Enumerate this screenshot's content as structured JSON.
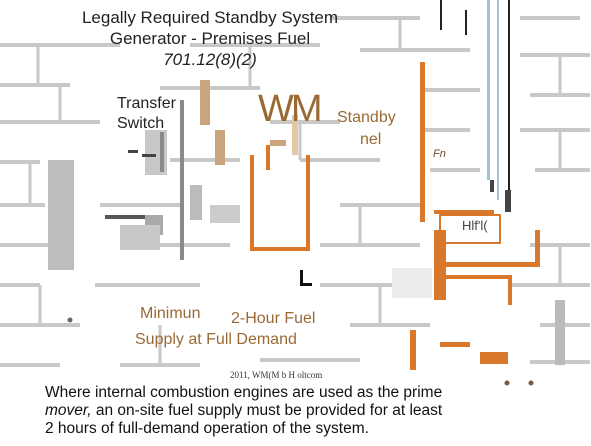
{
  "title": {
    "line1": "Legally Required Standby System",
    "line2": "Generator - Premises Fuel",
    "code": "701.12(8)(2)"
  },
  "labels": {
    "transfer_switch_1": "Transfer",
    "transfer_switch_2": "Switch",
    "standby_1": "Standby",
    "standby_2": "nel",
    "logo": "WM",
    "small_mark": "Fn",
    "generator_tag": "Hlf'l(",
    "minimum": "Minimun",
    "fuel_1": "2-Hour Fuel",
    "fuel_2": "Supply at Full Demand"
  },
  "watermark": "2011, WM(M b H oltcom",
  "caption": {
    "line1": "Where internal combustion engines are used as the prime",
    "line2_italic": "mover,",
    "line2_rest": " an on-site fuel supply must be provided for at least",
    "line3": "2 hours of full-demand operation of the system."
  },
  "colors": {
    "wall": "#c8c8c8",
    "wall_dark": "#9c9c9c",
    "conduit_orange": "#d9782a",
    "tan": "#c9a47c",
    "brown_text": "#9a6a35",
    "pipe_blue": "#9ec4dc"
  }
}
